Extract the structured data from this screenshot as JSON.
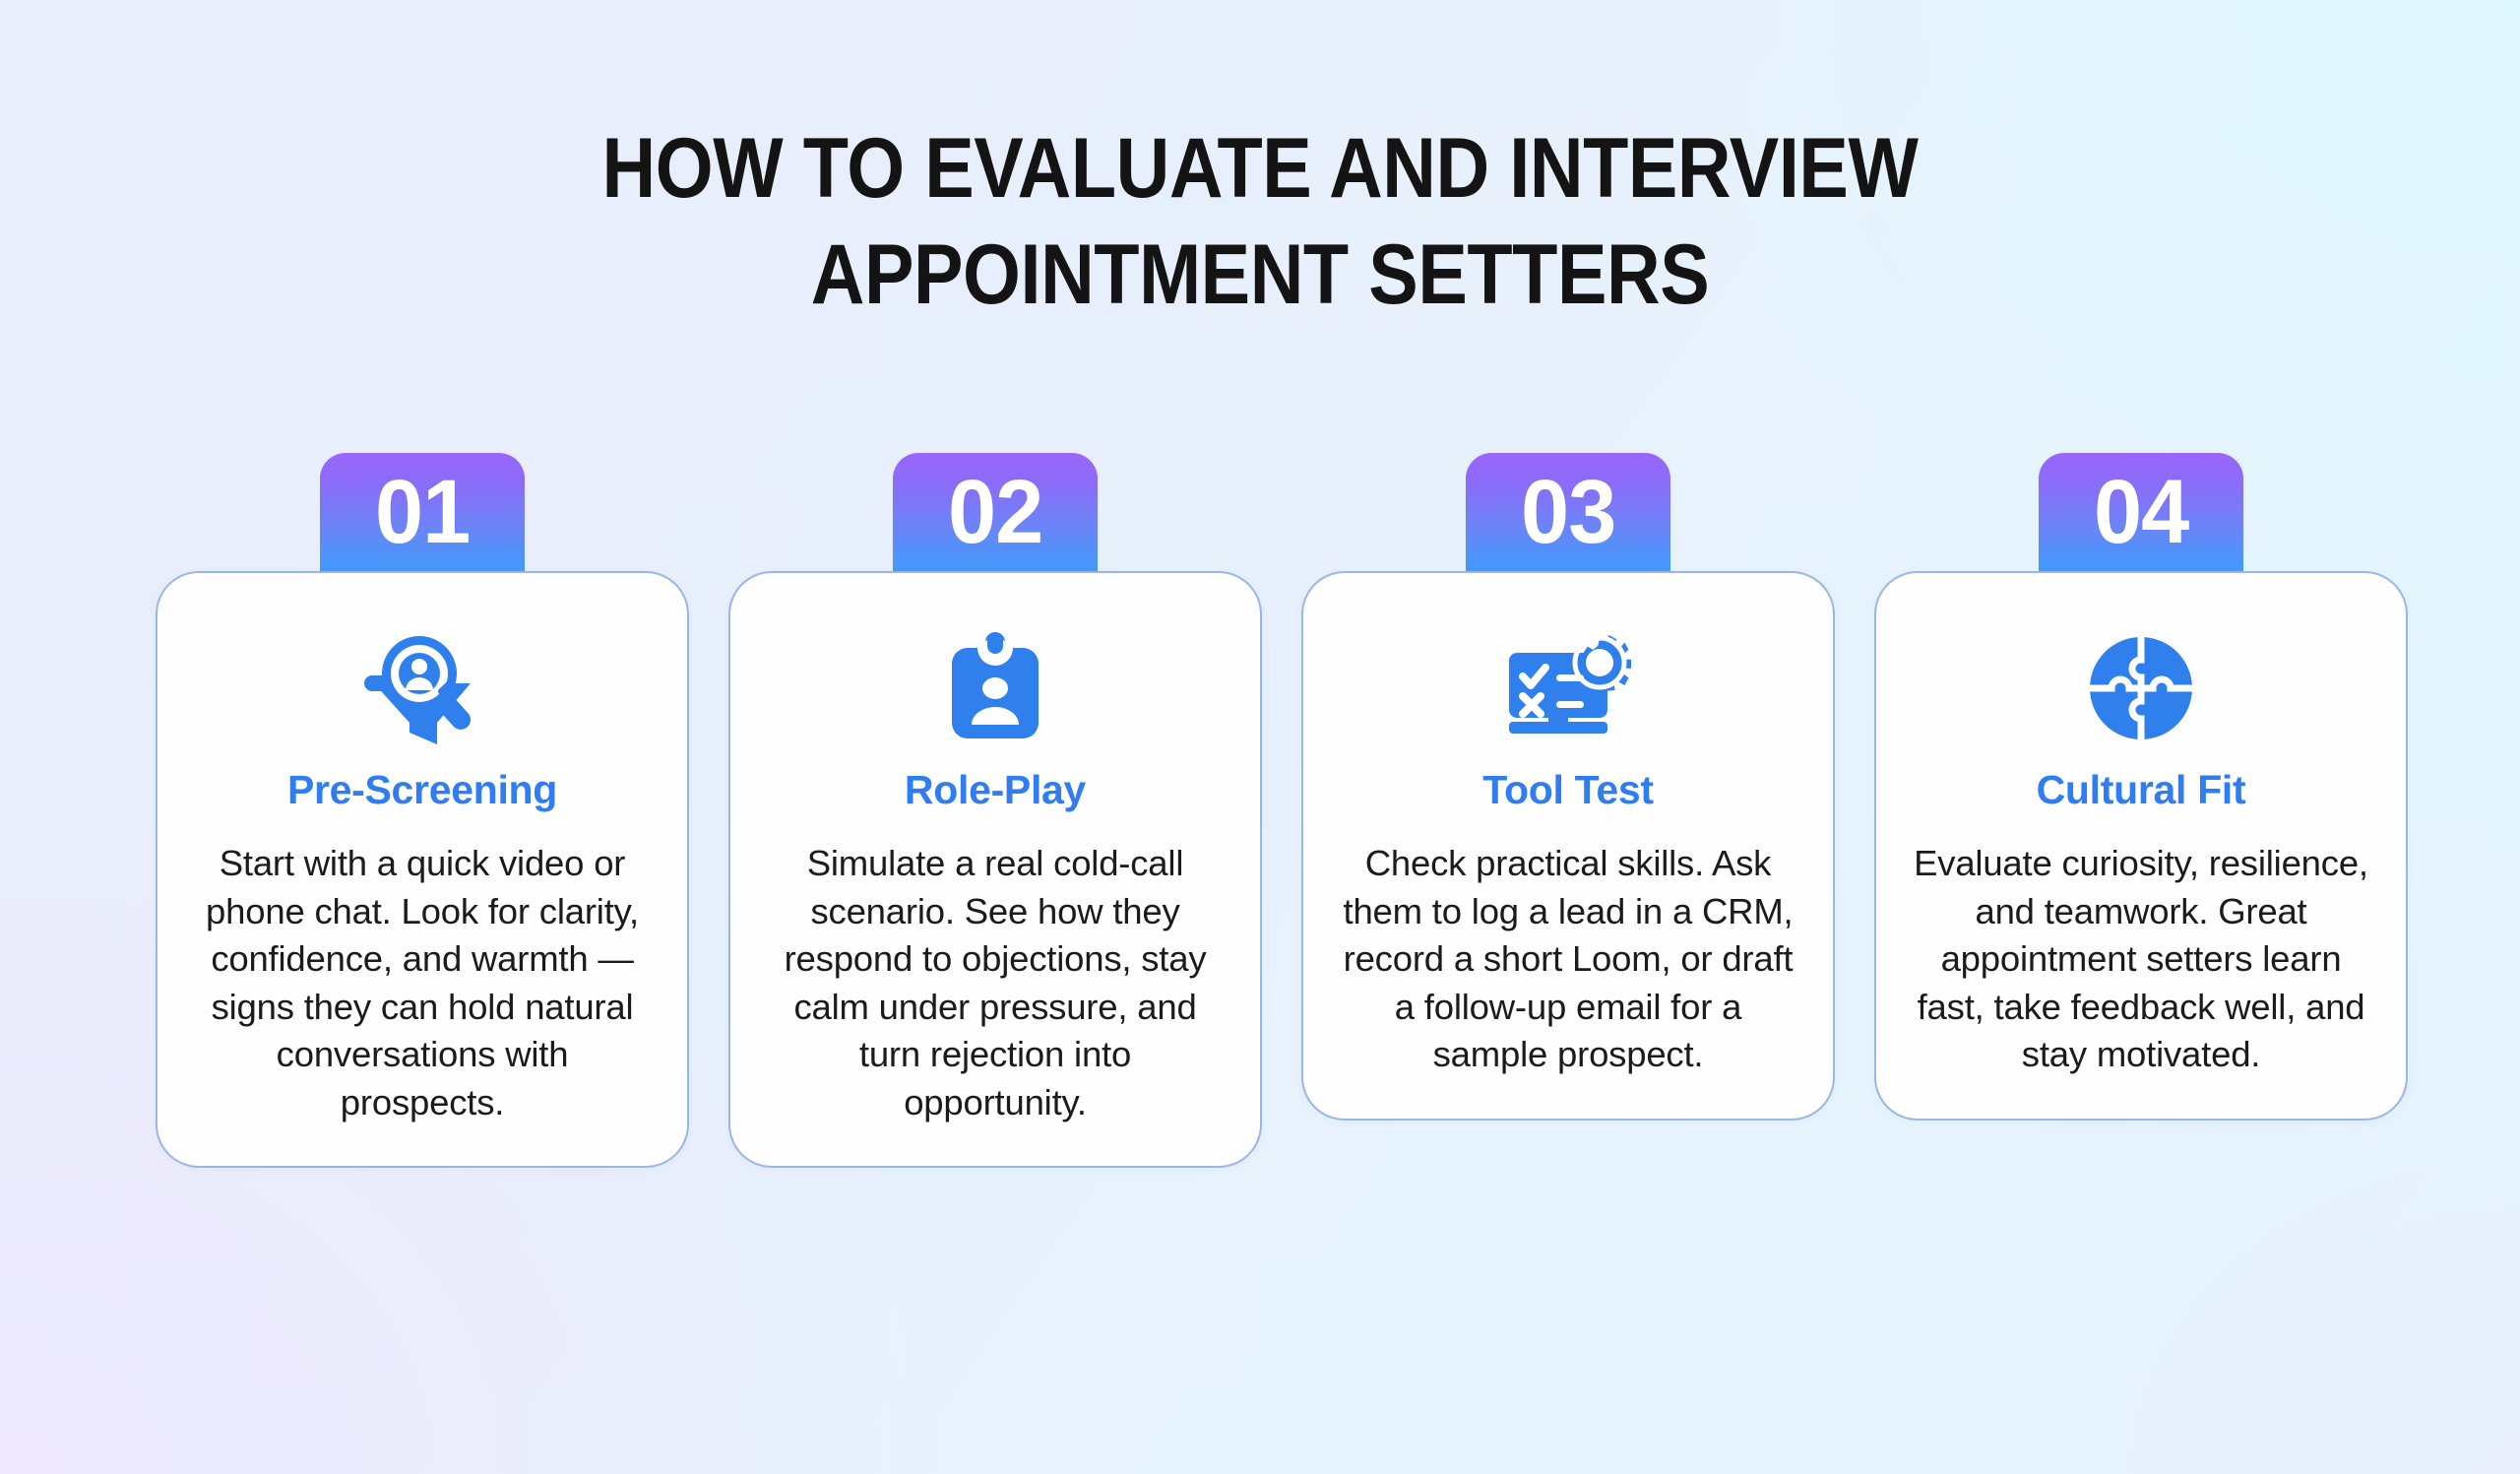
{
  "theme": {
    "background_top_left": "#e9edfc",
    "background_top_right": "#e3f6fd",
    "background_bottom_left": "#eee9fc",
    "background_bottom_right": "#e8eefb",
    "title_color": "#141414",
    "card_background": "#fefeff",
    "card_border": "#9ab6e4",
    "card_title_color": "#2f7df0",
    "body_text_color": "#1b1b1b",
    "badge_gradient_from": "#9a66fa",
    "badge_gradient_to": "#0fa8fd",
    "icon_color": "#2f80ed"
  },
  "header": {
    "title_line1": "HOW TO EVALUATE AND INTERVIEW",
    "title_line2": "APPOINTMENT SETTERS"
  },
  "cards": [
    {
      "number": "01",
      "icon": "magnifier-person-funnel-icon",
      "title": "Pre-Screening",
      "body": "Start with a quick video or phone chat. Look for clarity, confidence, and warmth — signs they can hold natural conversations with prospects."
    },
    {
      "number": "02",
      "icon": "id-badge-person-icon",
      "title": "Role-Play",
      "body": "Simulate a real cold-call scenario. See how they respond to objections, stay calm under pressure, and turn rejection into opportunity."
    },
    {
      "number": "03",
      "icon": "monitor-checklist-gear-icon",
      "title": "Tool Test",
      "body": "Check practical skills. Ask them to log a lead in a CRM, record a short Loom, or draft a follow-up email for a sample prospect."
    },
    {
      "number": "04",
      "icon": "circular-puzzle-icon",
      "title": "Cultural Fit",
      "body": "Evaluate curiosity, resilience, and teamwork. Great appointment setters learn fast, take feedback well, and stay motivated."
    }
  ]
}
